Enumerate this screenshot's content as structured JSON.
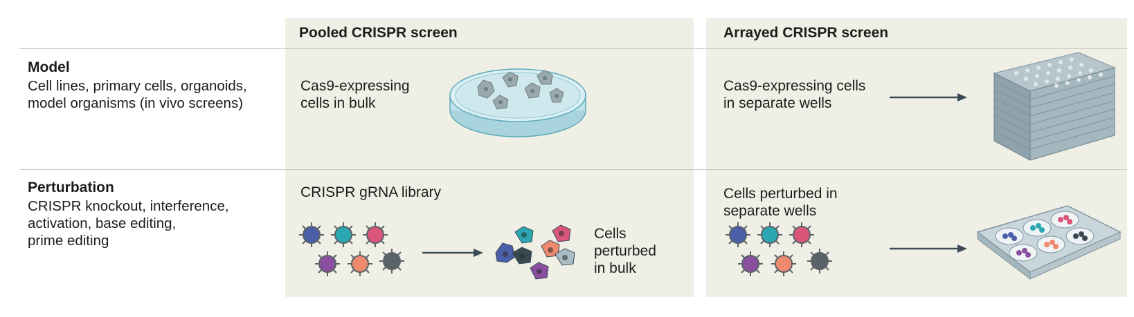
{
  "columns": {
    "pooled": "Pooled CRISPR screen",
    "arrayed": "Arrayed CRISPR screen"
  },
  "rows": {
    "model": {
      "title": "Model",
      "description": "Cell lines, primary cells, organoids,\nmodel organisms (in vivo screens)",
      "pooled_text": "Cas9-expressing\ncells in bulk",
      "arrayed_text": "Cas9-expressing cells\nin separate wells"
    },
    "perturbation": {
      "title": "Perturbation",
      "description": "CRISPR knockout, interference,\nactivation, base editing,\nprime editing",
      "pooled_text": "CRISPR gRNA library",
      "pooled_result": "Cells\nperturbed\nin bulk",
      "arrayed_text": "Cells perturbed in\nseparate wells"
    }
  },
  "colors": {
    "panel": "#efefe6",
    "arrow": "#3b4a55",
    "dish": "#bfe3ea",
    "plate": "#8fa3ad",
    "virus_colors": [
      "#4a5fa8",
      "#2aa7b0",
      "#d9567a",
      "#8a4f9e",
      "#f08a6e",
      "#5a6268"
    ]
  }
}
